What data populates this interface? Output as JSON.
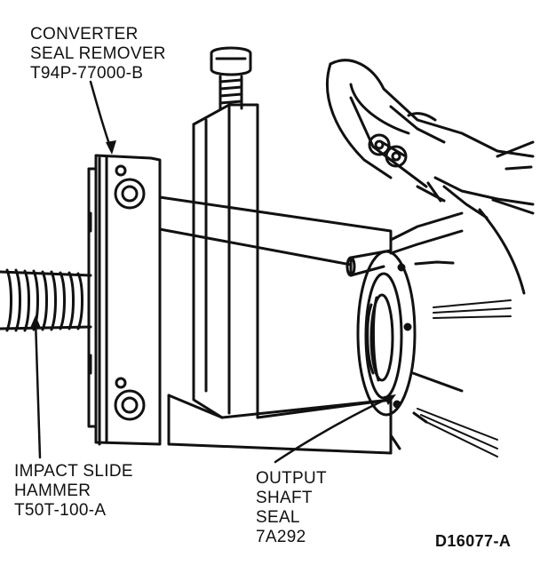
{
  "labels": {
    "converter_seal_remover": {
      "line1": "CONVERTER",
      "line2": "SEAL REMOVER",
      "line3": "T94P-77000-B"
    },
    "impact_slide_hammer": {
      "line1": "IMPACT SLIDE",
      "line2": "HAMMER",
      "line3": "T50T-100-A"
    },
    "output_shaft_seal": {
      "line1": "OUTPUT",
      "line2": "SHAFT",
      "line3": "SEAL",
      "line4": "7A292"
    }
  },
  "figure_code": "D16077-A",
  "colors": {
    "ink": "#111111",
    "paper": "#ffffff"
  }
}
